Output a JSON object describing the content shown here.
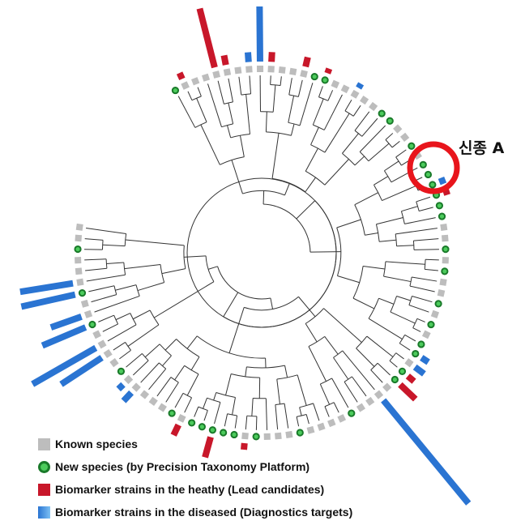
{
  "callout": {
    "label": "신종 A",
    "circle_color": "#e8151c"
  },
  "legend": {
    "items": [
      {
        "key": "known",
        "label": "Known species"
      },
      {
        "key": "new",
        "label": "New species (by Precision Taxonomy Platform)"
      },
      {
        "key": "healthy",
        "label": "Biomarker strains in the heathy (Lead candidates)"
      },
      {
        "key": "diseased",
        "label": "Biomarker strains in the diseased (Diagnostics targets)"
      }
    ]
  },
  "colors": {
    "known": "#bdbdbd",
    "new_fill": "#4ccb5c",
    "new_ring": "#1a7a2a",
    "healthy": "#c8172a",
    "diseased_dark": "#2a74d2",
    "diseased_light": "#7cc0f4",
    "branch": "#333333"
  },
  "tree": {
    "leaves": [
      {
        "type": "new",
        "bar": null,
        "len": 0
      },
      {
        "type": "known",
        "bar": "healthy",
        "len": 8
      },
      {
        "type": "known",
        "bar": null,
        "len": 0
      },
      {
        "type": "known",
        "bar": null,
        "len": 0
      },
      {
        "type": "known",
        "bar": "healthy",
        "len": 75
      },
      {
        "type": "known",
        "bar": "healthy",
        "len": 12
      },
      {
        "type": "known",
        "bar": null,
        "len": 0
      },
      {
        "type": "known",
        "bar": "diseased",
        "len": 12
      },
      {
        "type": "known",
        "bar": "diseased",
        "len": 68
      },
      {
        "type": "known",
        "bar": "healthy",
        "len": 12
      },
      {
        "type": "known",
        "bar": null,
        "len": 0
      },
      {
        "type": "known",
        "bar": null,
        "len": 0
      },
      {
        "type": "known",
        "bar": "healthy",
        "len": 12
      },
      {
        "type": "new",
        "bar": null,
        "len": 0
      },
      {
        "type": "new",
        "bar": "healthy",
        "len": 6
      },
      {
        "type": "known",
        "bar": null,
        "len": 0
      },
      {
        "type": "known",
        "bar": null,
        "len": 0
      },
      {
        "type": "known",
        "bar": "diseased",
        "len": 6
      },
      {
        "type": "known",
        "bar": null,
        "len": 0
      },
      {
        "type": "known",
        "bar": null,
        "len": 0
      },
      {
        "type": "new",
        "bar": null,
        "len": 0
      },
      {
        "type": "new",
        "bar": null,
        "len": 0
      },
      {
        "type": "known",
        "bar": null,
        "len": 0
      },
      {
        "type": "known",
        "bar": null,
        "len": 0
      },
      {
        "type": "new",
        "bar": null,
        "len": 0
      },
      {
        "type": "known",
        "bar": null,
        "len": 0
      },
      {
        "type": "new",
        "bar": null,
        "len": 0
      },
      {
        "type": "new",
        "bar": null,
        "len": 0
      },
      {
        "type": "new",
        "bar": "diseased",
        "len": 8
      },
      {
        "type": "new",
        "bar": "healthy",
        "len": 8
      },
      {
        "type": "new",
        "bar": null,
        "len": 0
      },
      {
        "type": "new",
        "bar": null,
        "len": 0
      },
      {
        "type": "known",
        "bar": null,
        "len": 0
      },
      {
        "type": "known",
        "bar": null,
        "len": 0
      },
      {
        "type": "new",
        "bar": null,
        "len": 0
      },
      {
        "type": "known",
        "bar": null,
        "len": 0
      },
      {
        "type": "new",
        "bar": null,
        "len": 0
      },
      {
        "type": "known",
        "bar": null,
        "len": 0
      },
      {
        "type": "known",
        "bar": null,
        "len": 0
      },
      {
        "type": "new",
        "bar": null,
        "len": 0
      },
      {
        "type": "known",
        "bar": null,
        "len": 0
      },
      {
        "type": "new",
        "bar": null,
        "len": 0
      },
      {
        "type": "known",
        "bar": null,
        "len": 0
      },
      {
        "type": "new",
        "bar": null,
        "len": 0
      },
      {
        "type": "new",
        "bar": "diseased",
        "len": 10
      },
      {
        "type": "known",
        "bar": "diseased",
        "len": 14
      },
      {
        "type": "new",
        "bar": "healthy",
        "len": 10
      },
      {
        "type": "new",
        "bar": "healthy",
        "len": 26
      },
      {
        "type": "known",
        "bar": null,
        "len": 0
      },
      {
        "type": "known",
        "bar": "diseased",
        "len": 165
      },
      {
        "type": "known",
        "bar": null,
        "len": 0
      },
      {
        "type": "known",
        "bar": null,
        "len": 0
      },
      {
        "type": "new",
        "bar": null,
        "len": 0
      },
      {
        "type": "known",
        "bar": null,
        "len": 0
      },
      {
        "type": "known",
        "bar": null,
        "len": 0
      },
      {
        "type": "known",
        "bar": null,
        "len": 0
      },
      {
        "type": "known",
        "bar": null,
        "len": 0
      },
      {
        "type": "new",
        "bar": null,
        "len": 0
      },
      {
        "type": "known",
        "bar": null,
        "len": 0
      },
      {
        "type": "known",
        "bar": null,
        "len": 0
      },
      {
        "type": "known",
        "bar": null,
        "len": 0
      },
      {
        "type": "new",
        "bar": null,
        "len": 0
      },
      {
        "type": "known",
        "bar": "healthy",
        "len": 8
      },
      {
        "type": "new",
        "bar": null,
        "len": 0
      },
      {
        "type": "new",
        "bar": null,
        "len": 0
      },
      {
        "type": "new",
        "bar": "healthy",
        "len": 26
      },
      {
        "type": "new",
        "bar": null,
        "len": 0
      },
      {
        "type": "new",
        "bar": null,
        "len": 0
      },
      {
        "type": "known",
        "bar": "healthy",
        "len": 14
      },
      {
        "type": "new",
        "bar": null,
        "len": 0
      },
      {
        "type": "known",
        "bar": null,
        "len": 0
      },
      {
        "type": "known",
        "bar": null,
        "len": 0
      },
      {
        "type": "known",
        "bar": null,
        "len": 0
      },
      {
        "type": "known",
        "bar": "diseased",
        "len": 14
      },
      {
        "type": "known",
        "bar": "diseased",
        "len": 8
      },
      {
        "type": "new",
        "bar": null,
        "len": 0
      },
      {
        "type": "known",
        "bar": null,
        "len": 0
      },
      {
        "type": "known",
        "bar": "diseased",
        "len": 60
      },
      {
        "type": "known",
        "bar": "diseased",
        "len": 90
      },
      {
        "type": "known",
        "bar": null,
        "len": 0
      },
      {
        "type": "new",
        "bar": "diseased",
        "len": 58
      },
      {
        "type": "known",
        "bar": "diseased",
        "len": 40
      },
      {
        "type": "known",
        "bar": null,
        "len": 0
      },
      {
        "type": "new",
        "bar": "diseased",
        "len": 68
      },
      {
        "type": "known",
        "bar": "diseased",
        "len": 66
      },
      {
        "type": "known",
        "bar": null,
        "len": 0
      },
      {
        "type": "known",
        "bar": null,
        "len": 0
      },
      {
        "type": "new",
        "bar": null,
        "len": 0
      },
      {
        "type": "known",
        "bar": null,
        "len": 0
      },
      {
        "type": "known",
        "bar": null,
        "len": 0
      }
    ]
  }
}
